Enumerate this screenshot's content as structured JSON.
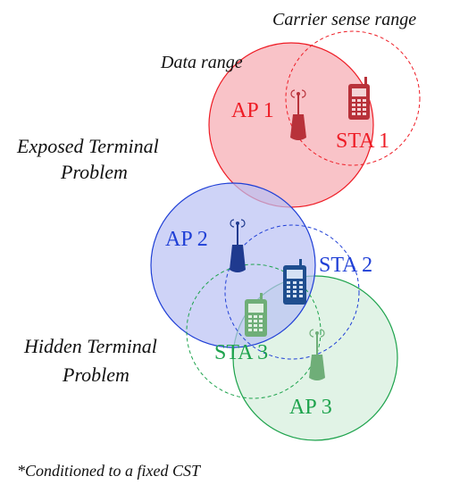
{
  "labels": {
    "carrier_sense_range": "Carrier sense range",
    "data_range": "Data range",
    "exposed_line1": "Exposed Terminal",
    "exposed_line2": "Problem",
    "hidden_line1": "Hidden Terminal",
    "hidden_line2": "Problem",
    "footnote": "*Conditioned to a fixed CST"
  },
  "nodes": {
    "ap1": "AP 1",
    "sta1": "STA 1",
    "ap2": "AP 2",
    "sta2": "STA 2",
    "ap3": "AP 3",
    "sta3": "STA 3"
  },
  "colors": {
    "red": "#ee1c25",
    "red_fill": "#f6aab0",
    "red_device": "#b8323a",
    "blue": "#1f3fd6",
    "blue_fill": "#b9c1f4",
    "blue_device": "#1f3a8f",
    "blue_phone": "#1f4e8f",
    "green": "#1ea34d",
    "green_fill": "#cdebd6",
    "green_device": "#6fae78"
  }
}
